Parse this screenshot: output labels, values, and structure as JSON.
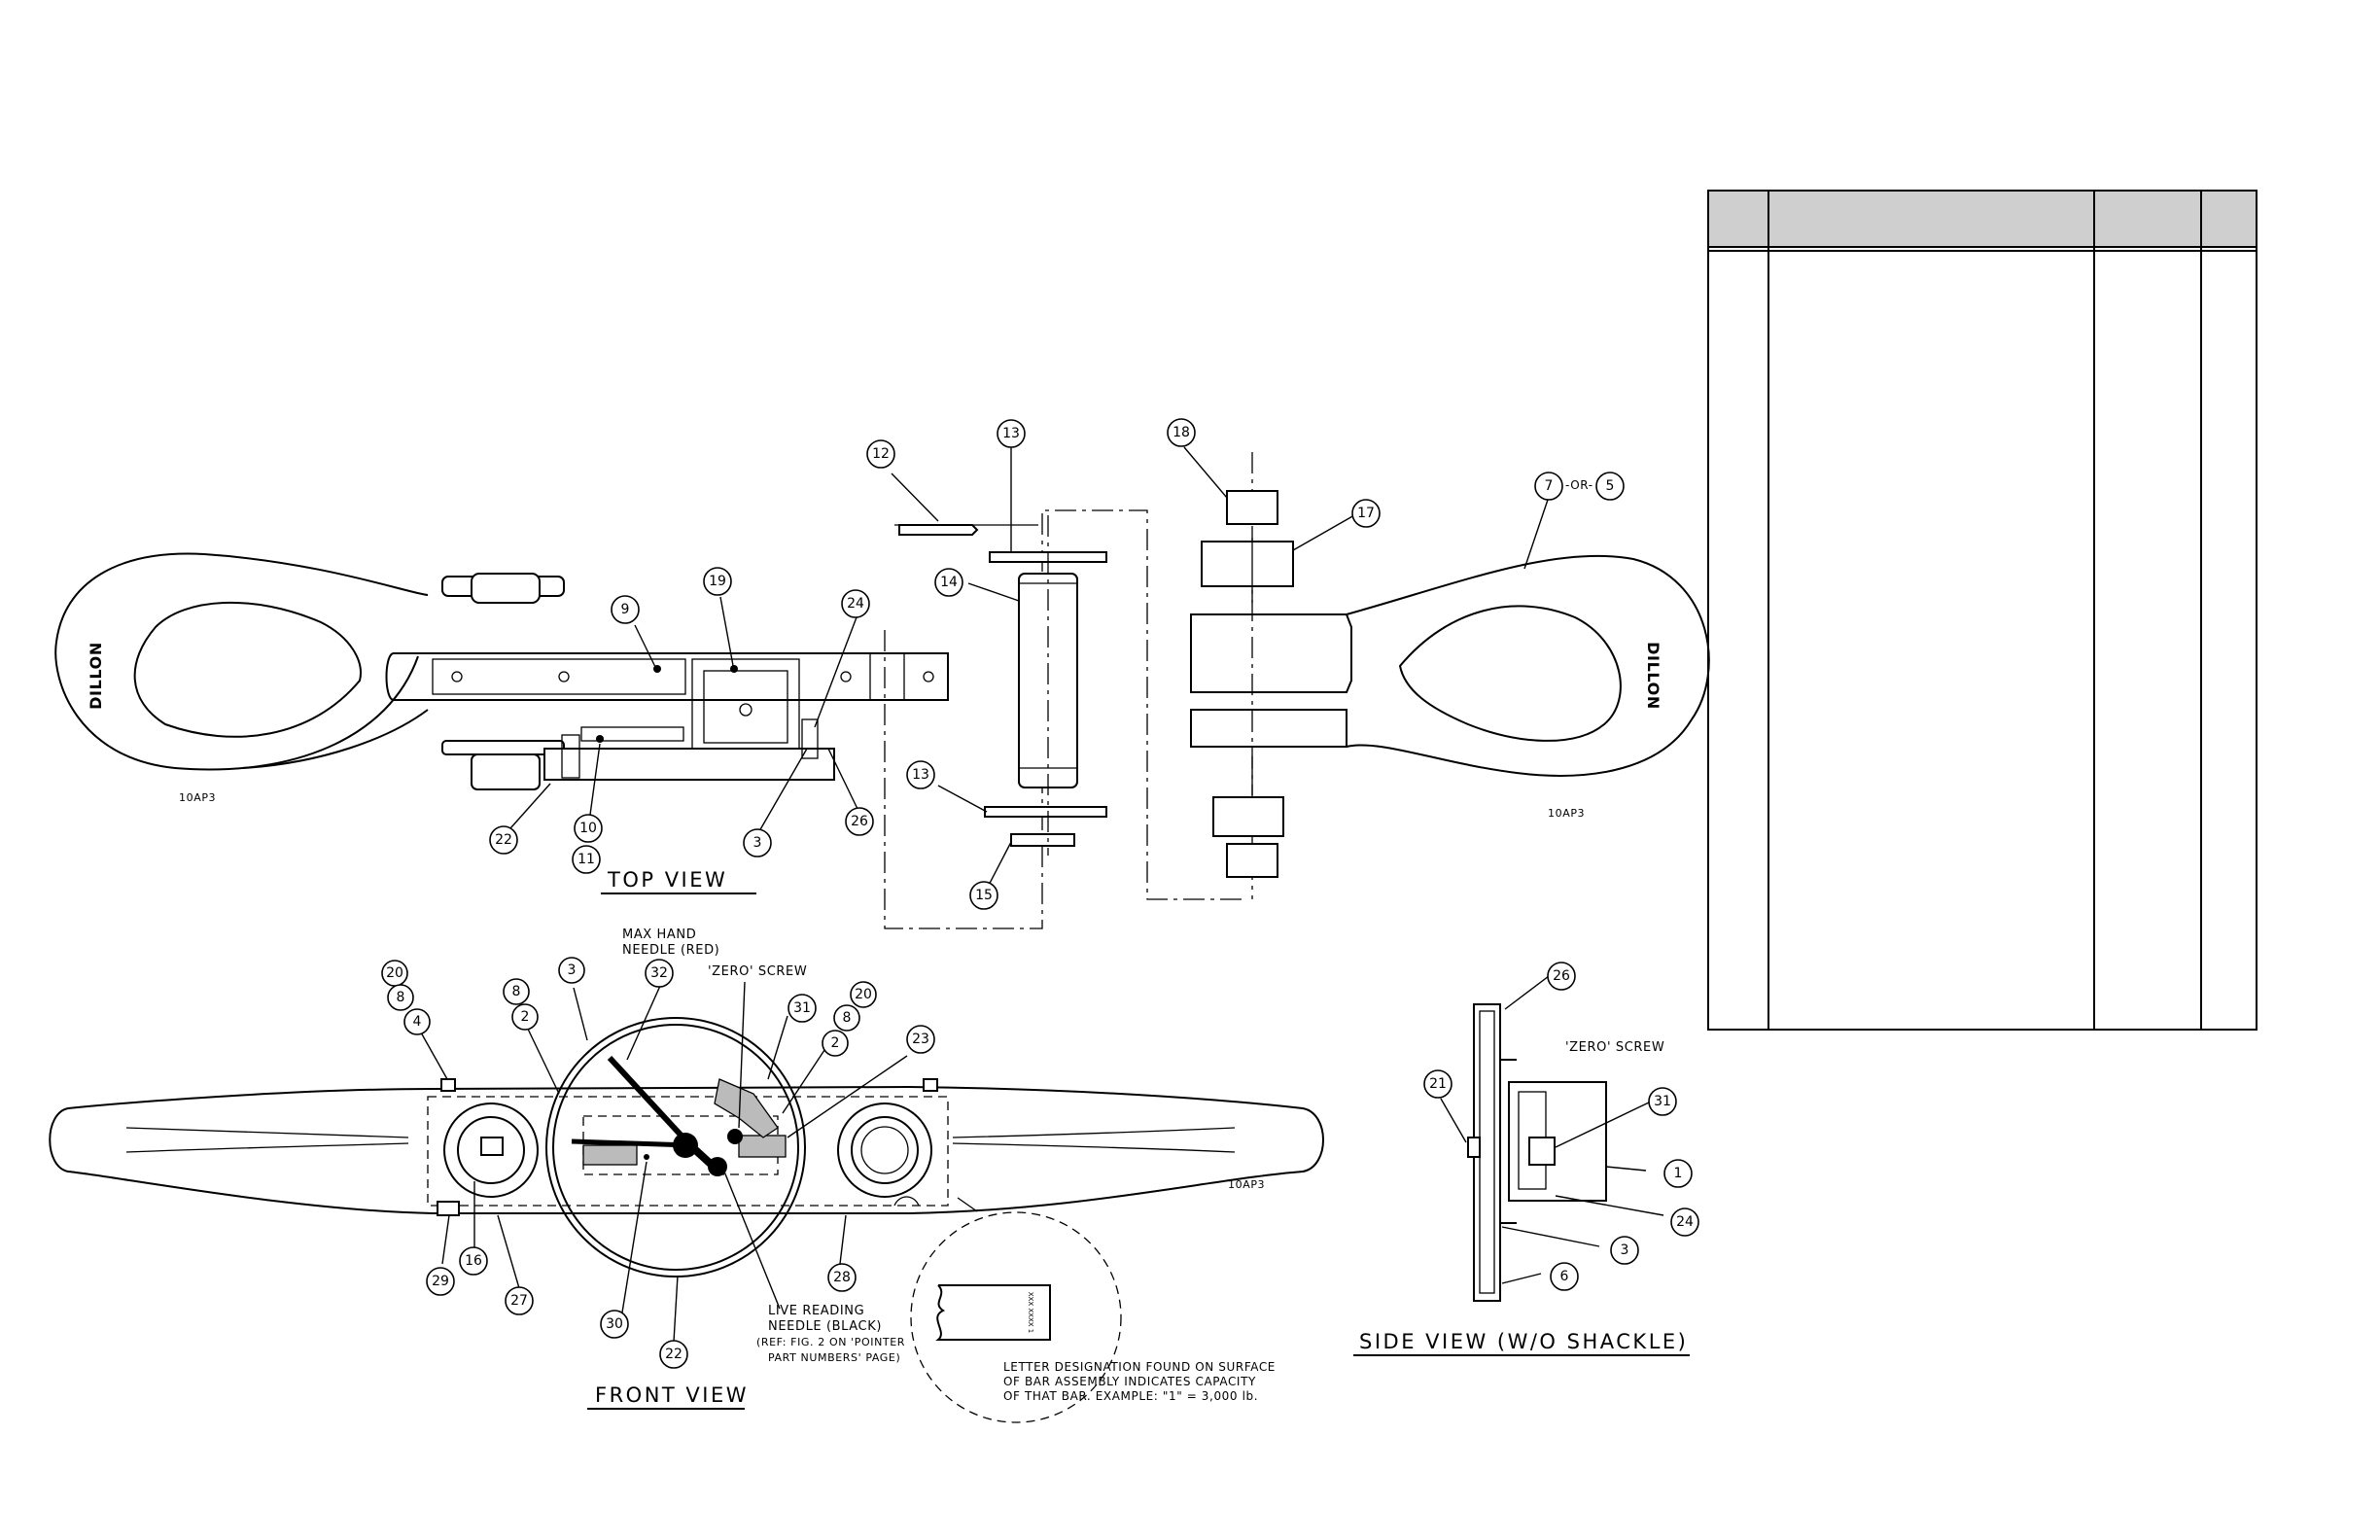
{
  "titles": {
    "top_view": "TOP VIEW",
    "front_view": "FRONT VIEW",
    "side_view": "SIDE VIEW (W/O SHACKLE)"
  },
  "markings": {
    "brand_left": "DILLON",
    "brand_right": "DILLON",
    "part_code": "10AP3"
  },
  "notes": {
    "max_hand_1": "MAX HAND",
    "max_hand_2": "NEEDLE (RED)",
    "zero_screw": "'ZERO' SCREW",
    "live_1": "LIVE READING",
    "live_2": "NEEDLE (BLACK)",
    "live_3": "(REF: FIG. 2 ON 'POINTER",
    "live_4": "PART NUMBERS' PAGE)",
    "letter_1": "LETTER DESIGNATION FOUND ON SURFACE",
    "letter_2": "OF BAR ASSEMBLY INDICATES CAPACITY",
    "letter_3": "OF THAT BAR. EXAMPLE: \"1\" = 3,000 lb.",
    "bar_mark": "XXX XXXX 1",
    "shackle_callout_or": "-OR-"
  },
  "callouts": {
    "n1": "1",
    "n2": "2",
    "n3": "3",
    "n4": "4",
    "n5": "5",
    "n6": "6",
    "n7": "7",
    "n8": "8",
    "n9": "9",
    "n10": "10",
    "n11": "11",
    "n12": "12",
    "n13": "13",
    "n14": "14",
    "n15": "15",
    "n16": "16",
    "n17": "17",
    "n18": "18",
    "n19": "19",
    "n20": "20",
    "n21": "21",
    "n22": "22",
    "n23": "23",
    "n24": "24",
    "n26": "26",
    "n27": "27",
    "n28": "28",
    "n29": "29",
    "n30": "30",
    "n31": "31",
    "n32": "32"
  },
  "parts_table": {
    "columns": [
      "",
      "",
      "",
      ""
    ],
    "rows": []
  }
}
